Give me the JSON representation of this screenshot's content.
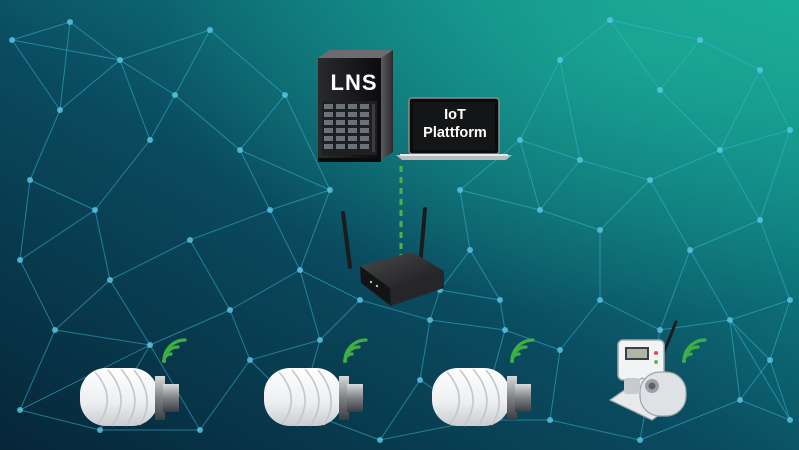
{
  "labels": {
    "server": "LNS",
    "platform_line1": "IoT",
    "platform_line2": "Plattform"
  },
  "colors": {
    "background_dark": "#07344a",
    "background_teal": "#16a192",
    "network_line": "#3ab4d4",
    "signal_green": "#3fae45",
    "dashed_link": "#4caf50"
  },
  "icons": {
    "server": "server-icon",
    "laptop": "laptop-icon",
    "gateway": "router-icon",
    "thermostat": "radiator-thermostat-icon",
    "sensor": "sensor-device-icon",
    "signal": "wifi-signal-icon"
  }
}
